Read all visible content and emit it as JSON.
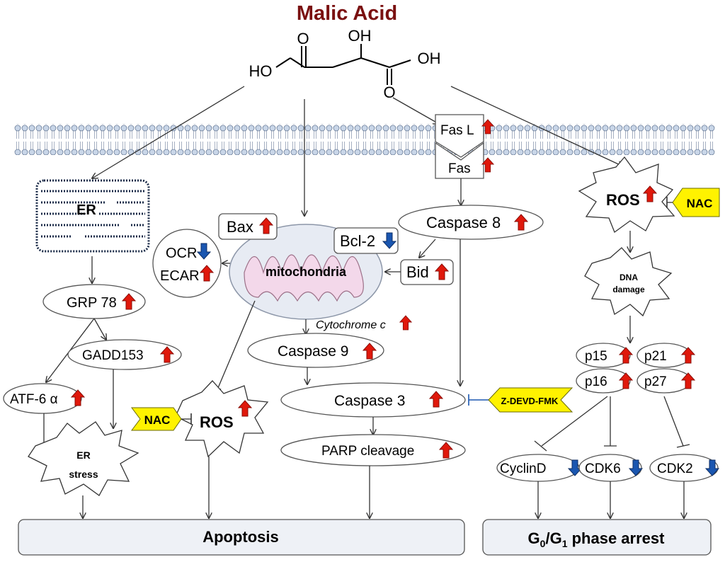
{
  "title": "Malic Acid",
  "molecule": {
    "o_top1": "O",
    "oh_top": "OH",
    "oh_right": "OH",
    "ho_left": "HO",
    "o_bottom": "O"
  },
  "colors": {
    "title": "#7a1010",
    "up_arrow": "#e0180b",
    "down_arrow": "#1a56b0",
    "inhibitor": "#fff200",
    "box": "#eef1f6"
  },
  "nodes": {
    "fasl": "Fas L",
    "fas": "Fas",
    "caspase8": "Caspase 8",
    "bid": "Bid",
    "bax": "Bax",
    "bcl2": "Bcl-2",
    "ocr": "OCR",
    "ecar": "ECAR",
    "mito": "mitochondria",
    "cytc": "Cytochrome c",
    "caspase9": "Caspase 9",
    "caspase3": "Caspase 3",
    "parp": "PARP cleavage",
    "er": "ER",
    "grp78": "GRP 78",
    "gadd153": "GADD153",
    "atf6": "ATF-6 α",
    "er_stress_1": "ER",
    "er_stress_2": "stress",
    "ros_left": "ROS",
    "ros_right": "ROS",
    "nac_left": "NAC",
    "nac_right": "NAC",
    "zdevd": "Z-DEVD-FMK",
    "dna_1": "DNA",
    "dna_2": "damage",
    "p15": "p15",
    "p21": "p21",
    "p16": "p16",
    "p27": "p27",
    "cyclind": "CyclinD",
    "cdk6": "CDK6",
    "cdk2": "CDK2"
  },
  "outcomes": {
    "apoptosis": "Apoptosis",
    "arrest_g": "G",
    "arrest_0": "0",
    "arrest_slash": "/G",
    "arrest_1": "1",
    "arrest_rest": " phase arrest"
  }
}
